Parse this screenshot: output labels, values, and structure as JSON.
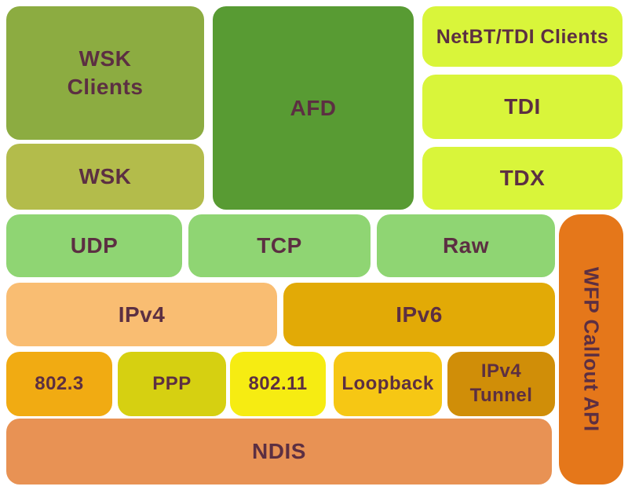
{
  "diagram": {
    "description": "Networking stack layer diagram",
    "text_color": "#5c2f42",
    "background_color": "#ffffff",
    "boxes": {
      "wsk_clients": {
        "label": "WSK\nClients",
        "color": "#8cac41"
      },
      "wsk": {
        "label": "WSK",
        "color": "#b3bc4b"
      },
      "afd": {
        "label": "AFD",
        "color": "#589b33"
      },
      "netbt_tdi_clients": {
        "label": "NetBT/TDI Clients",
        "color": "#d9f53a"
      },
      "tdi": {
        "label": "TDI",
        "color": "#d9f53a"
      },
      "tdx": {
        "label": "TDX",
        "color": "#d9f53a"
      },
      "udp": {
        "label": "UDP",
        "color": "#8fd573"
      },
      "tcp": {
        "label": "TCP",
        "color": "#8fd573"
      },
      "raw": {
        "label": "Raw",
        "color": "#8fd573"
      },
      "ipv4": {
        "label": "IPv4",
        "color": "#f9bd72"
      },
      "ipv6": {
        "label": "IPv6",
        "color": "#e2aa06"
      },
      "eth_802_3": {
        "label": "802.3",
        "color": "#f1ab12"
      },
      "ppp": {
        "label": "PPP",
        "color": "#d6d011"
      },
      "wifi_802_11": {
        "label": "802.11",
        "color": "#f6ec12"
      },
      "loopback": {
        "label": "Loopback",
        "color": "#f6c714"
      },
      "ipv4_tunnel": {
        "label": "IPv4\nTunnel",
        "color": "#d08e08"
      },
      "ndis": {
        "label": "NDIS",
        "color": "#e89254"
      },
      "wfp_callout_api": {
        "label": "WFP Callout API",
        "color": "#e5771a"
      }
    }
  }
}
